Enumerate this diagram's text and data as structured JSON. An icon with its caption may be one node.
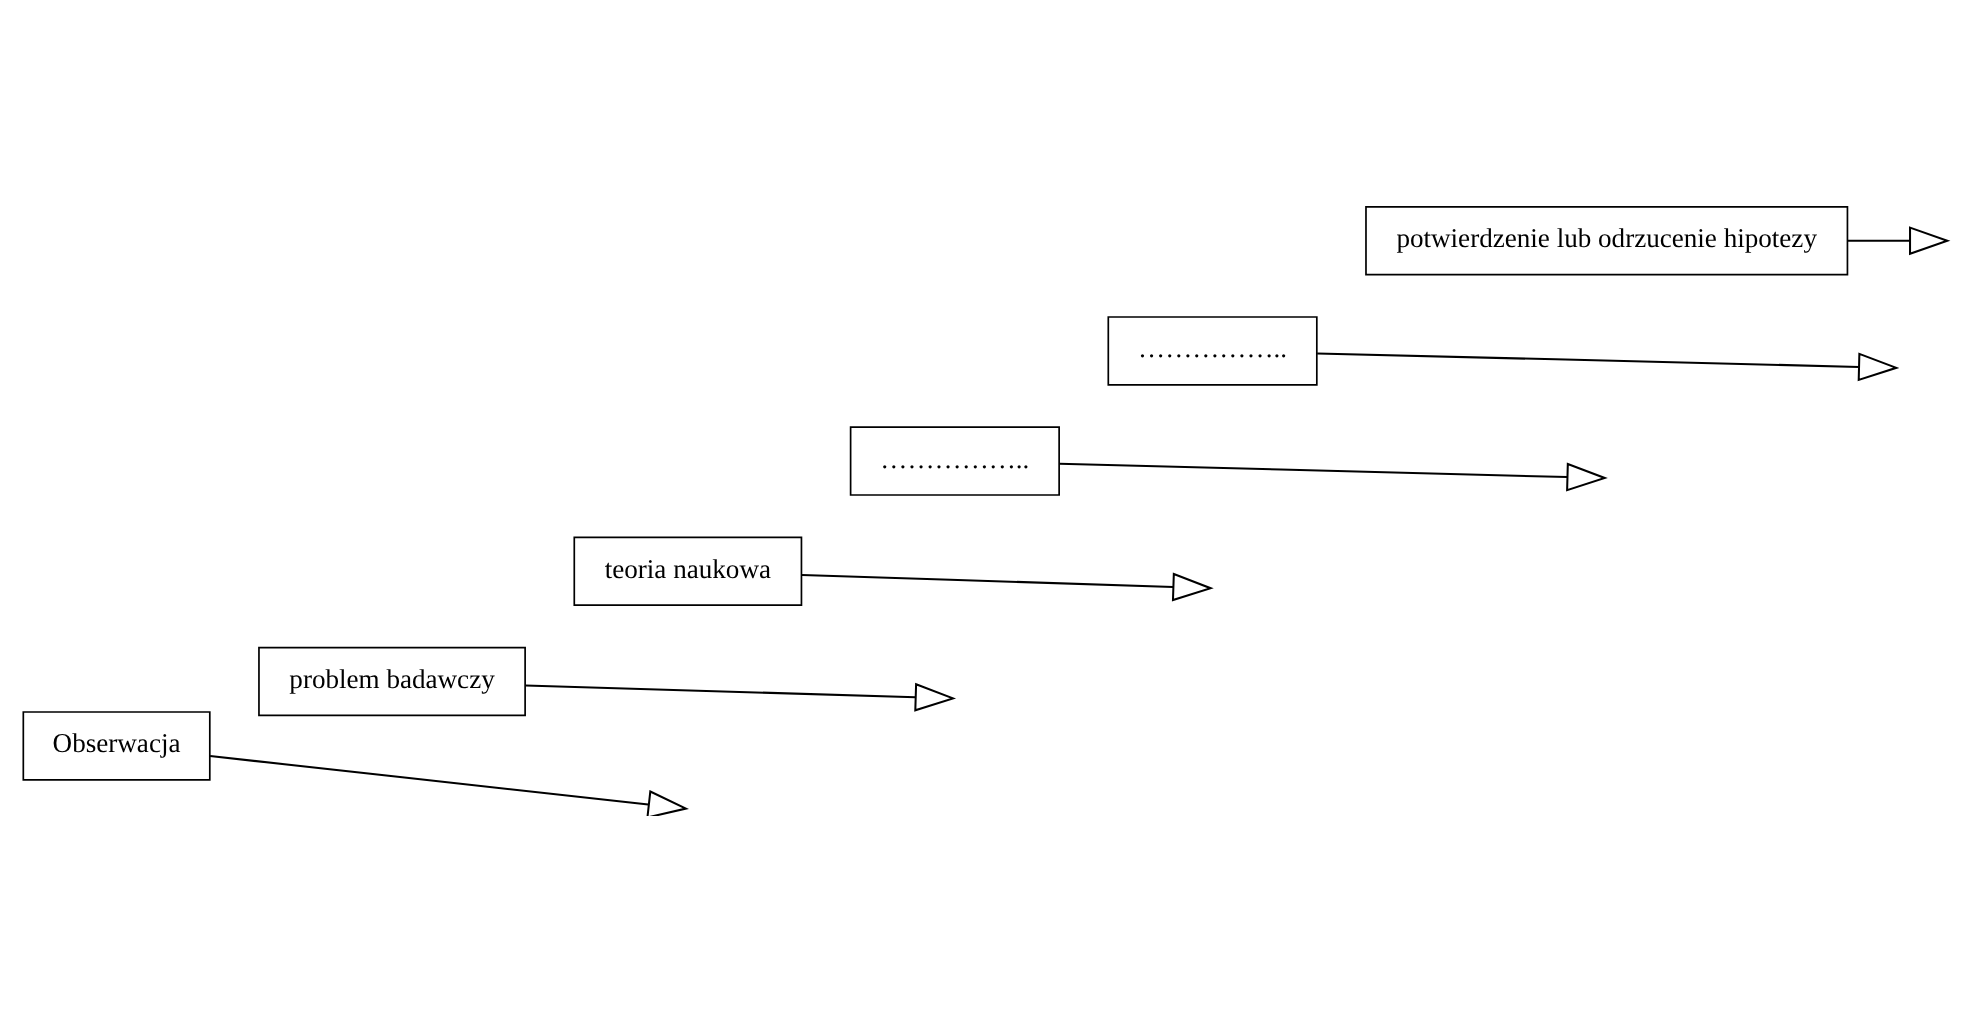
{
  "diagram": {
    "nodes": [
      {
        "text": [
          "Obserwacja"
        ]
      },
      {
        "text": [
          "problem badawczy"
        ]
      },
      {
        "text": [
          "teoria naukowa"
        ]
      },
      {
        "text": [
          "…………….."
        ]
      },
      {
        "text": [
          "…………….."
        ]
      },
      {
        "text": [
          "potwierdzenie lub odrzucenie hipotezy"
        ]
      }
    ],
    "edges": [
      {
        "from": 0,
        "to": null,
        "arrow": "to"
      },
      {
        "from": 1,
        "to": null,
        "arrow": "to"
      },
      {
        "from": 2,
        "to": null,
        "arrow": "to"
      },
      {
        "from": 3,
        "to": null,
        "arrow": "to"
      },
      {
        "from": 4,
        "to": null,
        "arrow": "to"
      },
      {
        "from": 5,
        "to": null,
        "arrow": "to"
      }
    ]
  }
}
